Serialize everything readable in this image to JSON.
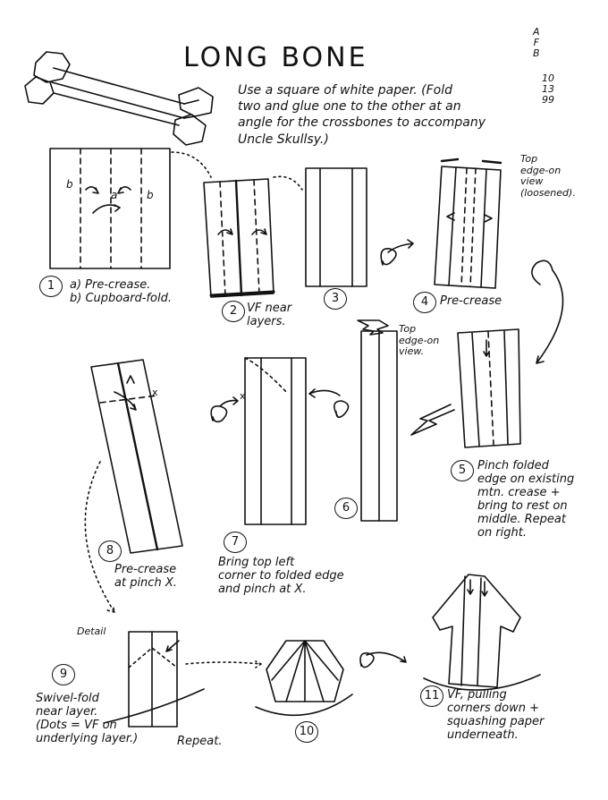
{
  "title": "LONG BONE",
  "intro": "Use a square of white paper. (Fold\ntwo and glue one to the other at an\nangle for the crossbones to accompany\nUncle Skullsy.)",
  "signature": {
    "initials": [
      "A",
      "F",
      "B"
    ],
    "date": [
      "10",
      "13",
      "99"
    ]
  },
  "steps": [
    {
      "number": "1",
      "caption": "a) Pre-crease.\nb) Cupboard-fold."
    },
    {
      "number": "2",
      "caption": "VF near\nlayers."
    },
    {
      "number": "3",
      "caption": ""
    },
    {
      "number": "4",
      "caption": "Pre-crease"
    },
    {
      "number": "5",
      "caption": "Pinch folded\nedge on existing\nmtn. crease +\nbring to rest on\nmiddle. Repeat\non right."
    },
    {
      "number": "6",
      "caption": ""
    },
    {
      "number": "7",
      "caption": "Bring top left\ncorner to folded edge\nand pinch at X."
    },
    {
      "number": "8",
      "caption": "Pre-crease\nat pinch X."
    },
    {
      "number": "9",
      "caption": "Swivel-fold\nnear layer.\n(Dots = VF on\nunderlying layer.)"
    },
    {
      "number": "10",
      "caption": ""
    },
    {
      "number": "11",
      "caption": "VF, pulling\ncorners down +\nsquashing paper\nunderneath."
    }
  ],
  "notes": {
    "top_edge_view_1": "Top\nedge-on\nview\n(loosened).",
    "top_edge_view_2": "Top\nedge-on\nview.",
    "detail": "Detail",
    "repeat": "Repeat.",
    "label_a": "a",
    "label_b_left": "b",
    "label_b_right": "b",
    "label_x_8": "x",
    "label_x_7": "x"
  }
}
